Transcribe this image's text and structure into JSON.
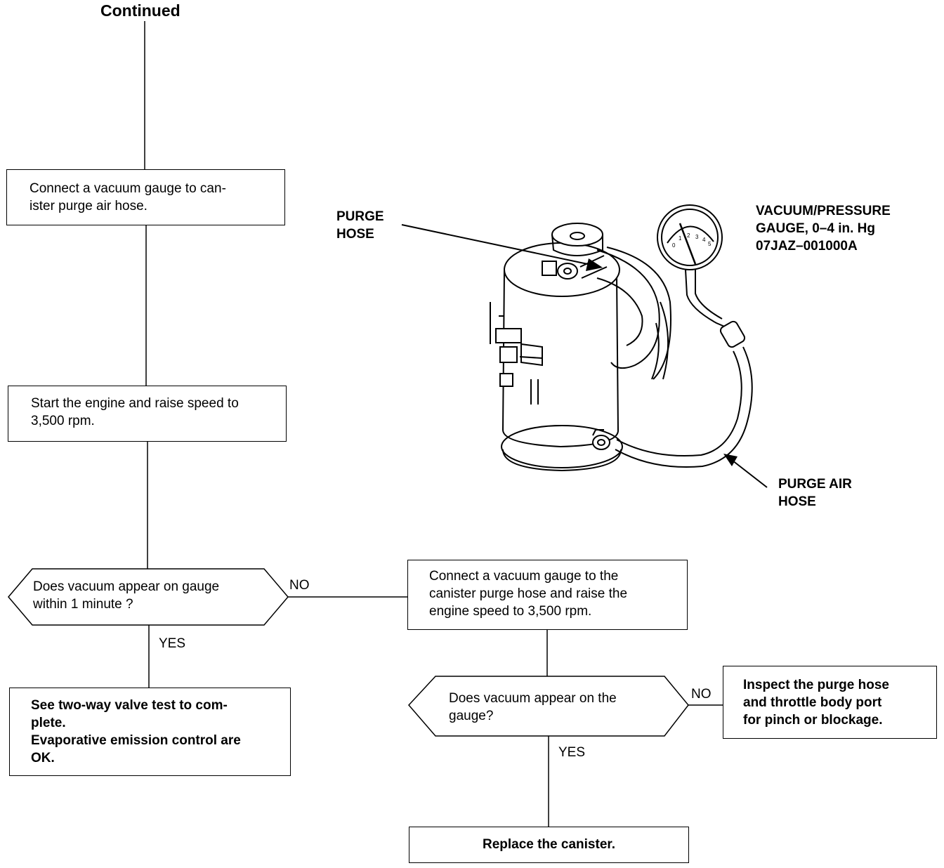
{
  "header": {
    "title": "Continued"
  },
  "steps": {
    "connect_purge_air": "Connect a vacuum gauge to can-\nister purge air hose.",
    "start_engine": "Start the engine and raise speed to\n3,500 rpm.",
    "decision_1": "Does vacuum appear on gauge\nwithin 1 minute ?",
    "result_ok": "See two-way valve test to com-\nplete.\nEvaporative emission control are\nOK.",
    "connect_purge_hose": "Connect a vacuum gauge to the\ncanister purge hose and raise the\nengine speed to 3,500 rpm.",
    "decision_2": "Does vacuum appear on the\ngauge?",
    "inspect": "Inspect the purge hose\nand throttle body port\nfor pinch or blockage.",
    "replace": "Replace the canister."
  },
  "branches": {
    "no_1": "NO",
    "yes_1": "YES",
    "no_2": "NO",
    "yes_2": "YES"
  },
  "illustration": {
    "purge_hose_label": "PURGE\nHOSE",
    "gauge_label": "VACUUM/PRESSURE\nGAUGE, 0–4 in. Hg\n07JAZ–001000A",
    "purge_air_hose_label": "PURGE AIR\nHOSE",
    "gauge_dial_numbers": [
      "0",
      "1",
      "2",
      "3",
      "4",
      "5"
    ]
  }
}
